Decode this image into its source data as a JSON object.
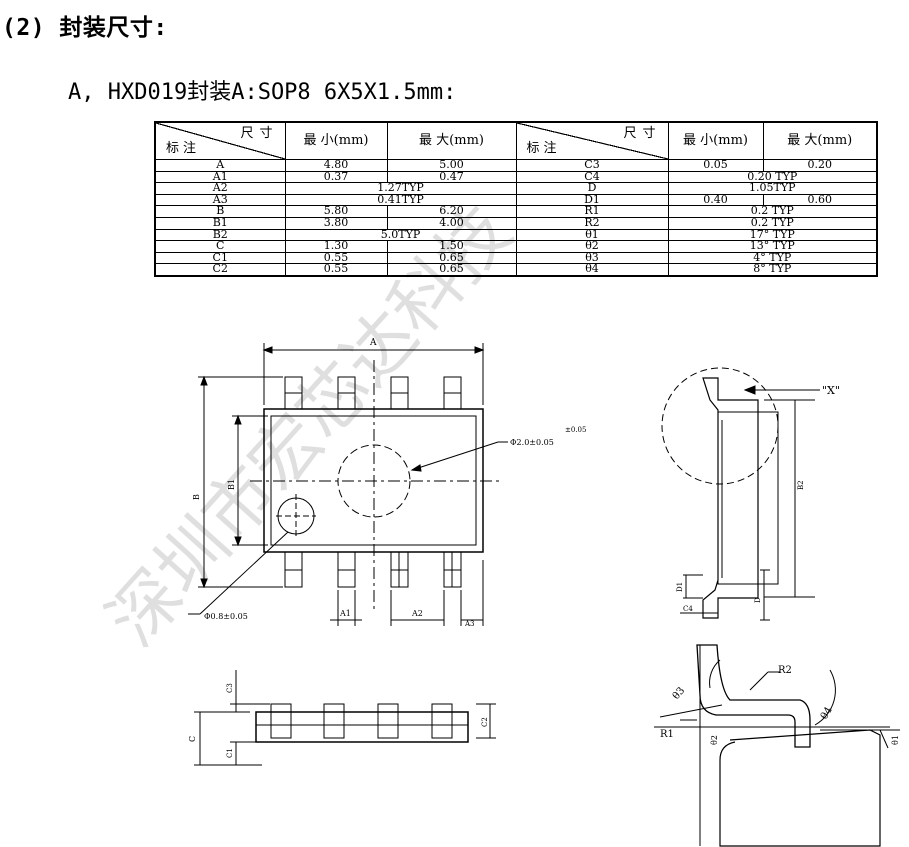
{
  "section_title": "(2) 封装尺寸:",
  "subtitle": "A,  HXD019封装A:SOP8 6X5X1.5mm:",
  "table": {
    "header_left": {
      "top": "尺寸",
      "bottom": "标注"
    },
    "header_min": "最 小(mm)",
    "header_max": "最 大(mm)",
    "left_rows": [
      {
        "label": "A",
        "min": "4.80",
        "max": "5.00",
        "typ": ""
      },
      {
        "label": "A1",
        "min": "0.37",
        "max": "0.47",
        "typ": ""
      },
      {
        "label": "A2",
        "min": "",
        "max": "",
        "typ": "1.27TYP"
      },
      {
        "label": "A3",
        "min": "",
        "max": "",
        "typ": "0.41TYP"
      },
      {
        "label": "B",
        "min": "5.80",
        "max": "6.20",
        "typ": ""
      },
      {
        "label": "B1",
        "min": "3.80",
        "max": "4.00",
        "typ": ""
      },
      {
        "label": "B2",
        "min": "",
        "max": "",
        "typ": "5.0TYP"
      },
      {
        "label": "C",
        "min": "1.30",
        "max": "1.50",
        "typ": ""
      },
      {
        "label": "C1",
        "min": "0.55",
        "max": "0.65",
        "typ": ""
      },
      {
        "label": "C2",
        "min": "0.55",
        "max": "0.65",
        "typ": ""
      }
    ],
    "right_rows": [
      {
        "label": "C3",
        "min": "0.05",
        "max": "0.20",
        "typ": ""
      },
      {
        "label": "C4",
        "min": "",
        "max": "",
        "typ": "0.20 TYP"
      },
      {
        "label": "D",
        "min": "",
        "max": "",
        "typ": "1.05TYP"
      },
      {
        "label": "D1",
        "min": "0.40",
        "max": "0.60",
        "typ": ""
      },
      {
        "label": "R1",
        "min": "",
        "max": "",
        "typ": "0.2 TYP"
      },
      {
        "label": "R2",
        "min": "",
        "max": "",
        "typ": "0.2 TYP"
      },
      {
        "label": "θ1",
        "min": "",
        "max": "",
        "typ": "17° TYP"
      },
      {
        "label": "θ2",
        "min": "",
        "max": "",
        "typ": "13° TYP"
      },
      {
        "label": "θ3",
        "min": "",
        "max": "",
        "typ": "4° TYP"
      },
      {
        "label": "θ4",
        "min": "",
        "max": "",
        "typ": "8° TYP"
      }
    ]
  },
  "drawing": {
    "label_A": "A",
    "label_B": "B",
    "label_B1": "B1",
    "label_A1": "A1",
    "label_A2": "A2",
    "label_A3": "A3",
    "label_phi20": "Φ2.0±0.05",
    "label_tol": "±0.05",
    "label_phi08": "Φ0.8±0.05",
    "label_C": "C",
    "label_C1": "C1",
    "label_C2": "C2",
    "label_C3": "C3",
    "label_X": "\"X\"",
    "label_B2": "B2",
    "label_D1": "D1",
    "label_D": "D",
    "label_C4": "C4",
    "label_R1": "R1",
    "label_R2": "R2",
    "label_t1": "θ1",
    "label_t2": "θ2",
    "label_t3": "θ3",
    "label_t4": "θ4"
  },
  "watermark": "深圳市宏芯达科技"
}
